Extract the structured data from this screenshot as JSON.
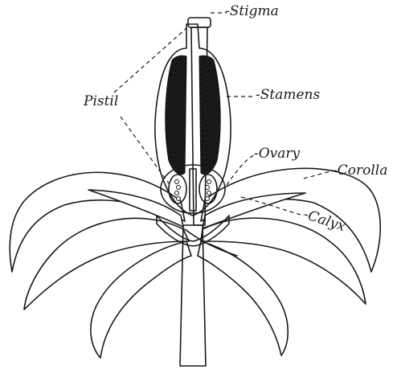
{
  "labels": {
    "stigma": "-Stigma",
    "pistil": "Pistil",
    "stamens": "-Stamens",
    "ovary": "-Ovary",
    "corolla": "-Corolla",
    "calyx": "-Calyx"
  }
}
